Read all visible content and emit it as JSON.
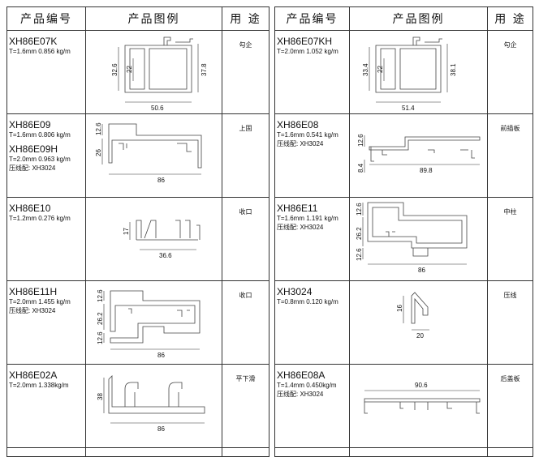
{
  "headers": {
    "code": "产品编号",
    "figure": "产品图例",
    "use": "用 途"
  },
  "left": [
    {
      "code": "XH86E07K",
      "spec": "T=1.6mm  0.856 kg/m",
      "use": "勾企",
      "dims": {
        "width": "50.6",
        "height": "32.6",
        "inner": "22",
        "right": "37.8"
      }
    },
    {
      "code": "XH86E09",
      "spec": "T=1.6mm  0.806 kg/m",
      "code2": "XH86E09H",
      "spec2": "T=2.0mm  0.963 kg/m",
      "pair": "压线配: XH3024",
      "use": "上固",
      "dims": {
        "width": "86",
        "top": "12.6",
        "height": "26"
      }
    },
    {
      "code": "XH86E10",
      "spec": "T=1.2mm  0.276 kg/m",
      "use": "收口",
      "dims": {
        "width": "36.6",
        "height": "17"
      }
    },
    {
      "code": "XH86E11H",
      "spec": "T=2.0mm  1.455 kg/m",
      "pair": "压线配: XH3024",
      "use": "收口",
      "dims": {
        "width": "86",
        "top": "12.6",
        "mid": "26.2",
        "bottom": "12.6"
      }
    },
    {
      "code": "XH86E02A",
      "spec": "T=2.0mm  1.338kg/m",
      "use": "平下滑",
      "dims": {
        "width": "86",
        "height": "38"
      }
    }
  ],
  "right": [
    {
      "code": "XH86E07KH",
      "spec": "T=2.0mm  1.052 kg/m",
      "use": "勾企",
      "dims": {
        "width": "51.4",
        "height": "33.4",
        "inner": "22",
        "right": "38.1"
      }
    },
    {
      "code": "XH86E08",
      "spec": "T=1.6mm  0.541 kg/m",
      "pair": "压线配: XH3024",
      "use": "前插板",
      "dims": {
        "width": "89.8",
        "top": "12.6",
        "bottom": "8.4"
      }
    },
    {
      "code": "XH86E11",
      "spec": "T=1.6mm  1.191 kg/m",
      "pair": "压线配: XH3024",
      "use": "中柱",
      "dims": {
        "width": "86",
        "top": "12.6",
        "mid": "26.2",
        "bottom": "12.6"
      }
    },
    {
      "code": "XH3024",
      "spec": "T=0.8mm  0.120 kg/m",
      "use": "压线",
      "dims": {
        "width": "20",
        "height": "16"
      }
    },
    {
      "code": "XH86E08A",
      "spec": "T=1.4mm  0.450kg/m",
      "pair": "压线配: XH3024",
      "use": "后盖板",
      "dims": {
        "width": "90.6"
      }
    }
  ]
}
